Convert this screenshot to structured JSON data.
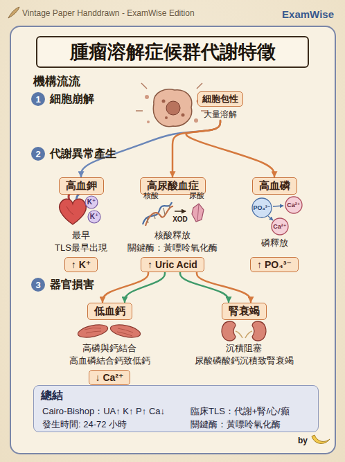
{
  "diagram": {
    "title": "腫瘤溶解症候群代謝特徵",
    "nodes": [
      {
        "text": [
          "1"
        ]
      },
      {
        "text": [
          "細胞包性",
          "大量溶解"
        ]
      },
      {
        "text": [
          "2"
        ]
      },
      {
        "text": [
          "高血鉀"
        ]
      },
      {
        "text": [
          "高尿酸血症"
        ]
      },
      {
        "text": [
          "高血磷"
        ]
      },
      {
        "text": [
          "↑ K⁺"
        ]
      },
      {
        "text": [
          "↑ Uric Acid"
        ]
      },
      {
        "text": [
          "↑ PO₄³⁻"
        ]
      },
      {
        "text": [
          "3"
        ]
      },
      {
        "text": [
          "低血鈣"
        ]
      },
      {
        "text": [
          "腎衰竭"
        ]
      },
      {
        "text": [
          "↓ Ca²⁺"
        ]
      },
      {
        "text": [
          "總結",
          "Cairo-Bishop：UA↑ K↑ P↑ Ca↓",
          "臨床TLS：代謝+腎/心/癲",
          "發生時間: 24-72 小時",
          "關鍵酶：黃嘌呤氧化酶"
        ]
      }
    ],
    "edges": [
      {
        "from": 1,
        "to": 3,
        "arrow": "to"
      },
      {
        "from": 1,
        "to": 4,
        "arrow": "to"
      },
      {
        "from": 1,
        "to": 5,
        "arrow": "to"
      },
      {
        "from": 7,
        "to": 10,
        "arrow": "to"
      },
      {
        "from": 7,
        "to": 10,
        "arrow": "to"
      },
      {
        "from": 7,
        "to": 11,
        "arrow": "to"
      },
      {
        "from": 7,
        "to": 11,
        "arrow": "to"
      }
    ],
    "labels": [
      "Vintage Paper Handdrawn - ExamWise Edition",
      "ExamWise",
      "機構流流",
      "細胞崩解",
      "代謝異常產生",
      "K⁺",
      "K⁺",
      "最早",
      "TLS最早出現",
      "核酸",
      "XOD",
      "尿酸",
      "核酸釋放",
      "關鍵酶：黃嘌呤氧化酶",
      "PO₄³⁻",
      "Ca²⁺",
      "Ca²⁺",
      "磷釋放",
      "器官損害",
      "高磷與鈣結合",
      "高血磷結合鈣致低鈣",
      "沉積阻塞",
      "尿酸磷酸鈣沉積致腎衰竭",
      "by"
    ]
  }
}
